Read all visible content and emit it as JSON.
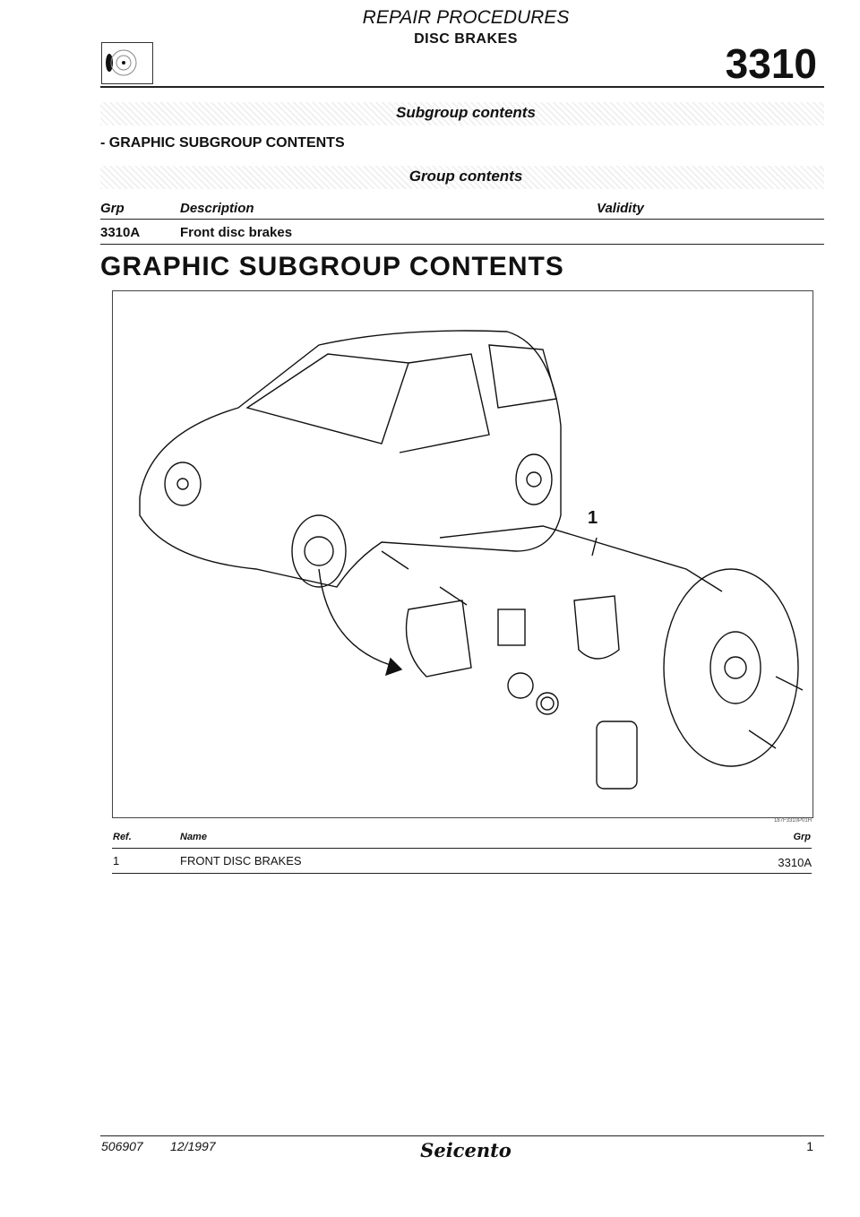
{
  "header": {
    "section": "REPAIR PROCEDURES",
    "title": "DISC BRAKES",
    "group_number": "3310",
    "icon": "disc-brake-icon"
  },
  "subgroup": {
    "heading": "Subgroup contents",
    "items": [
      "- GRAPHIC SUBGROUP CONTENTS"
    ]
  },
  "group": {
    "heading": "Group contents",
    "columns": [
      "Grp",
      "Description",
      "Validity"
    ],
    "rows": [
      {
        "grp": "3310A",
        "description": "Front disc brakes",
        "validity": ""
      }
    ]
  },
  "graphic": {
    "title": "GRAPHIC SUBGROUP CONTENTS",
    "callout": "1",
    "figure_code": "187F3310P01H"
  },
  "refs": {
    "columns": [
      "Ref.",
      "Name",
      "Grp"
    ],
    "rows": [
      {
        "ref": "1",
        "name": "FRONT DISC BRAKES",
        "grp": "3310A"
      }
    ]
  },
  "footer": {
    "doc_number": "506907",
    "date": "12/1997",
    "brand": "Seicento",
    "page": "1"
  }
}
